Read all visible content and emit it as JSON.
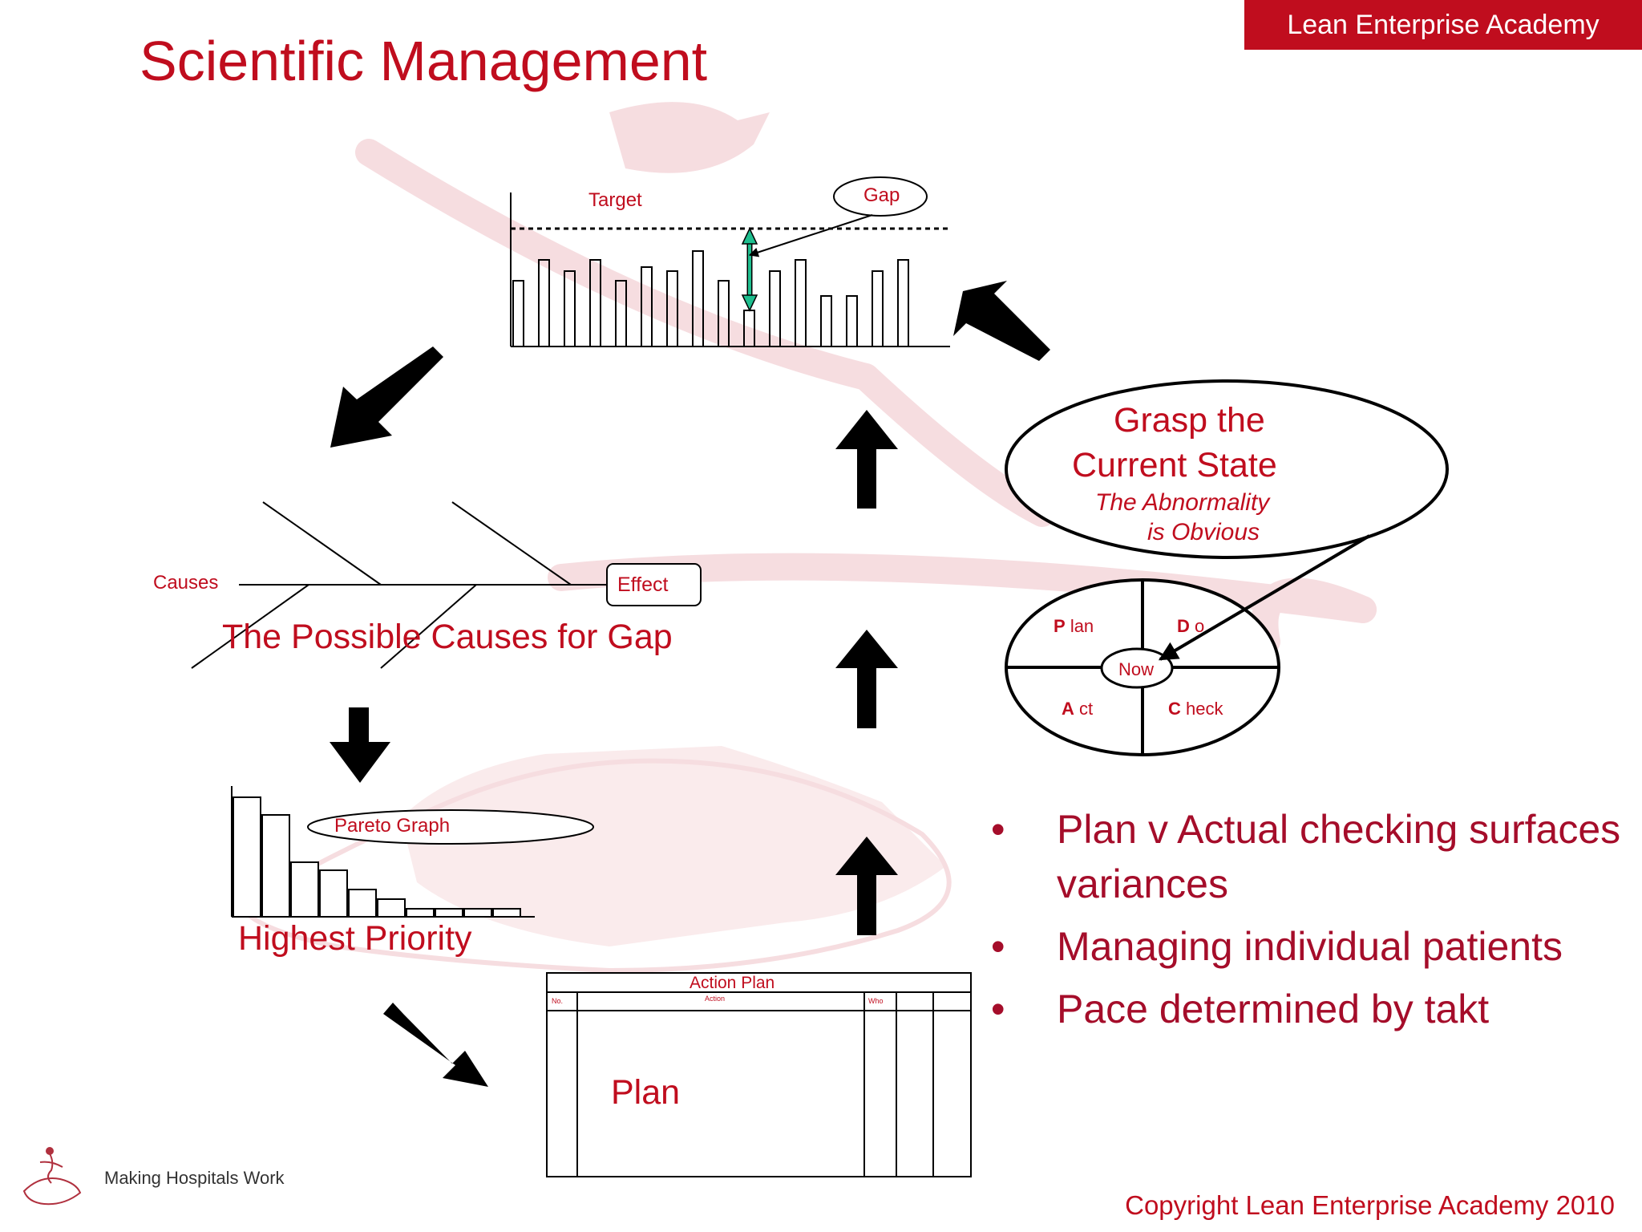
{
  "header": {
    "brand": "Lean Enterprise Academy",
    "title": "Scientific Management"
  },
  "gap_chart": {
    "target_label": "Target",
    "gap_label": "Gap"
  },
  "fishbone": {
    "causes_label": "Causes",
    "effect_label": "Effect",
    "caption": "The Possible Causes for Gap"
  },
  "pareto": {
    "label": "Pareto Graph",
    "caption": "Highest Priority"
  },
  "action_plan": {
    "title": "Action Plan",
    "col_no": "No.",
    "col_action": "Action",
    "col_who": "Who",
    "body": "Plan"
  },
  "grasp": {
    "line1": "Grasp the",
    "line2": "Current State",
    "sub1": "The Abnormality",
    "sub2": "is Obvious"
  },
  "pdca": {
    "plan_letter": "P",
    "plan_rest": "lan",
    "do_letter": "D",
    "do_rest": "o",
    "act_letter": "A",
    "act_rest": "ct",
    "check_letter": "C",
    "check_rest": "heck",
    "center": "Now"
  },
  "bullets": [
    "Plan v Actual checking surfaces variances",
    "Managing individual patients",
    "Pace determined by takt"
  ],
  "footer": {
    "tagline": "Making Hospitals Work",
    "copyright": "Copyright Lean Enterprise Academy 2010"
  },
  "colors": {
    "accent": "#c00d1e",
    "gap_arrow": "#1fbf8f",
    "watermark": "#f3d2d6"
  }
}
